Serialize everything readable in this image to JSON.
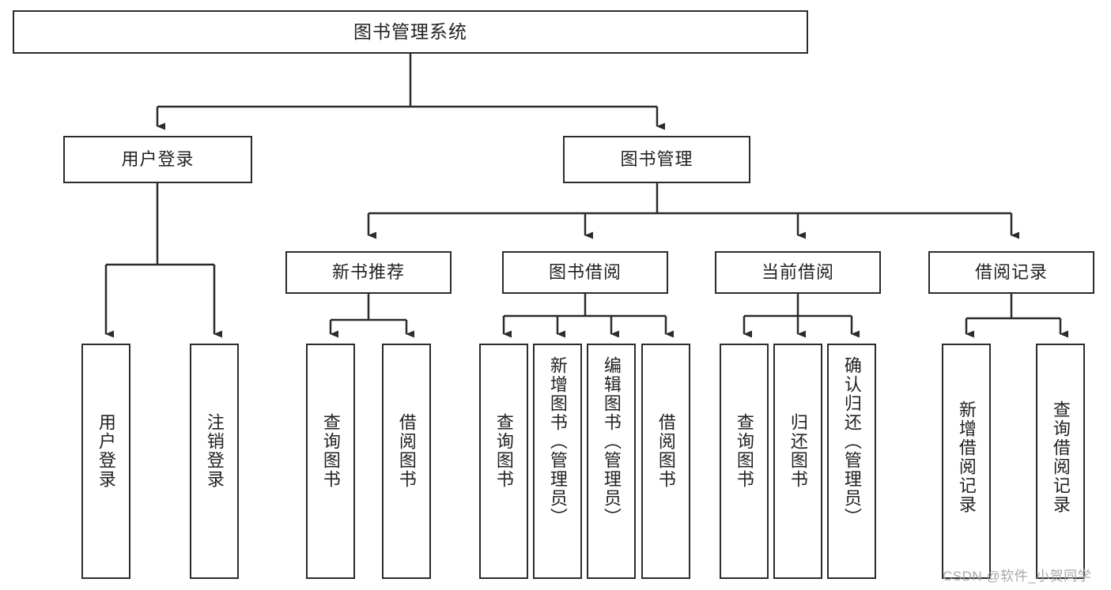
{
  "diagram": {
    "title": "图书管理系统",
    "root": {
      "label": "图书管理系统"
    },
    "level2": [
      {
        "label": "用户登录"
      },
      {
        "label": "图书管理"
      }
    ],
    "level3": [
      {
        "label": "新书推荐"
      },
      {
        "label": "图书借阅"
      },
      {
        "label": "当前借阅"
      },
      {
        "label": "借阅记录"
      }
    ],
    "leaves": [
      {
        "label": "用户登录"
      },
      {
        "label": "注销登录"
      },
      {
        "label": "查询图书"
      },
      {
        "label": "借阅图书"
      },
      {
        "label": "查询图书"
      },
      {
        "label": "新增图书（管理员）"
      },
      {
        "label": "编辑图书（管理员）"
      },
      {
        "label": "借阅图书"
      },
      {
        "label": "查询图书"
      },
      {
        "label": "归还图书"
      },
      {
        "label": "确认归还（管理员）"
      },
      {
        "label": "新增借阅记录"
      },
      {
        "label": "查询借阅记录"
      }
    ]
  },
  "watermark": {
    "text": "CSDN @软件_小贺同学"
  },
  "colors": {
    "stroke": "#2b2b2b",
    "text": "#222222",
    "background": "#ffffff",
    "watermark": "#a8a8a8"
  }
}
